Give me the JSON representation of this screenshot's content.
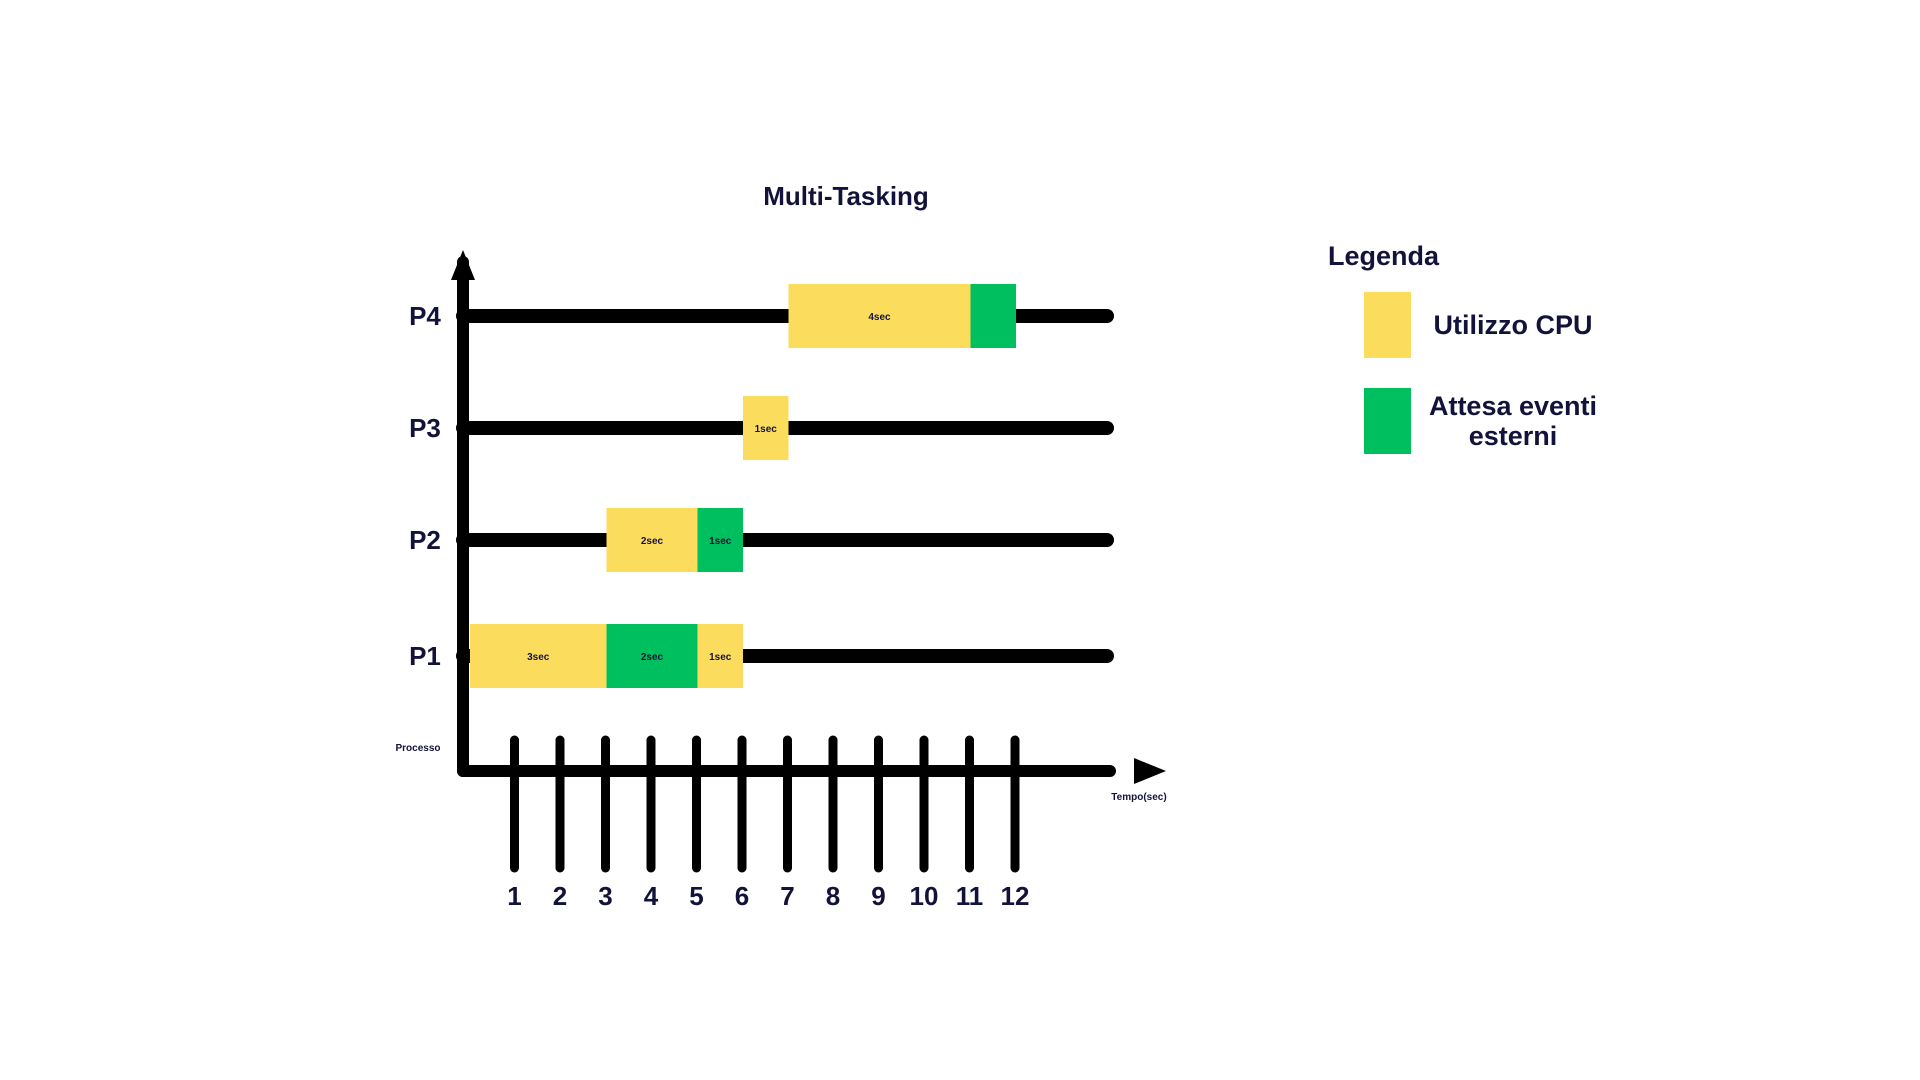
{
  "title": "Multi-Tasking",
  "y_axis_label": "Processo",
  "x_axis_label": "Tempo(sec)",
  "time_ticks": [
    "1",
    "2",
    "3",
    "4",
    "5",
    "6",
    "7",
    "8",
    "9",
    "10",
    "11",
    "12"
  ],
  "colors": {
    "cpu": "#fcdc5c",
    "wait": "#00bf5f",
    "line": "#000000",
    "text": "#13123a"
  },
  "processes": [
    {
      "name": "P1",
      "segments": [
        {
          "type": "cpu",
          "start": 0,
          "duration": 3,
          "label": "3sec"
        },
        {
          "type": "wait",
          "start": 3,
          "duration": 2,
          "label": "2sec"
        },
        {
          "type": "cpu",
          "start": 5,
          "duration": 1,
          "label": "1sec"
        }
      ]
    },
    {
      "name": "P2",
      "segments": [
        {
          "type": "cpu",
          "start": 3,
          "duration": 2,
          "label": "2sec"
        },
        {
          "type": "wait",
          "start": 5,
          "duration": 1,
          "label": "1sec"
        }
      ]
    },
    {
      "name": "P3",
      "segments": [
        {
          "type": "cpu",
          "start": 6,
          "duration": 1,
          "label": "1sec"
        }
      ]
    },
    {
      "name": "P4",
      "segments": [
        {
          "type": "cpu",
          "start": 7,
          "duration": 4,
          "label": "4sec"
        },
        {
          "type": "wait",
          "start": 11,
          "duration": 1,
          "label": ""
        }
      ]
    }
  ],
  "legend": {
    "title": "Legenda",
    "items": [
      {
        "type": "cpu",
        "label_lines": [
          "Utilizzo CPU"
        ]
      },
      {
        "type": "wait",
        "label_lines": [
          "Attesa eventi",
          "esterni"
        ]
      }
    ]
  }
}
